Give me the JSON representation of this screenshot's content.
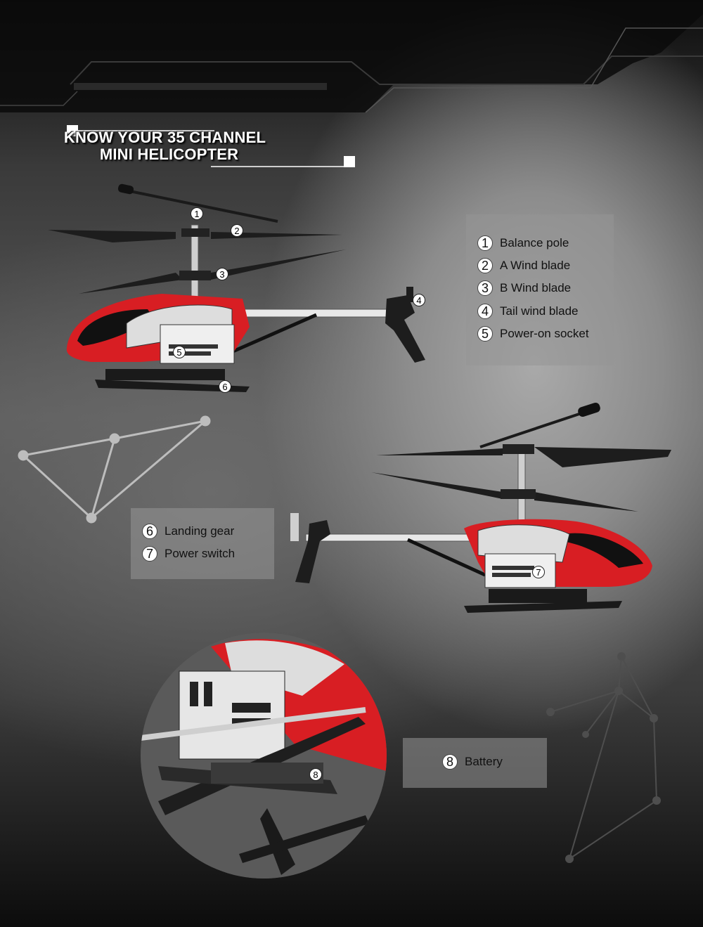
{
  "title": {
    "line1": "KNOW YOUR 35 CHANNEL",
    "line2": "MINI HELICOPTER"
  },
  "legend_top": [
    {
      "num": "1",
      "label": "Balance pole"
    },
    {
      "num": "2",
      "label": "A Wind blade"
    },
    {
      "num": "3",
      "label": "B Wind blade"
    },
    {
      "num": "4",
      "label": "Tail wind blade"
    },
    {
      "num": "5",
      "label": "Power-on socket"
    }
  ],
  "legend_mid": [
    {
      "num": "6",
      "label": "Landing gear"
    },
    {
      "num": "7",
      "label": "Power switch"
    }
  ],
  "legend_bottom": [
    {
      "num": "8",
      "label": "Battery"
    }
  ],
  "callouts": {
    "c1": "1",
    "c2": "2",
    "c3": "3",
    "c4": "4",
    "c5": "5",
    "c6": "6",
    "c7": "7",
    "c8": "8"
  },
  "colors": {
    "body_red": "#d81e23",
    "dark": "#1a1a1a",
    "white": "#ffffff"
  }
}
